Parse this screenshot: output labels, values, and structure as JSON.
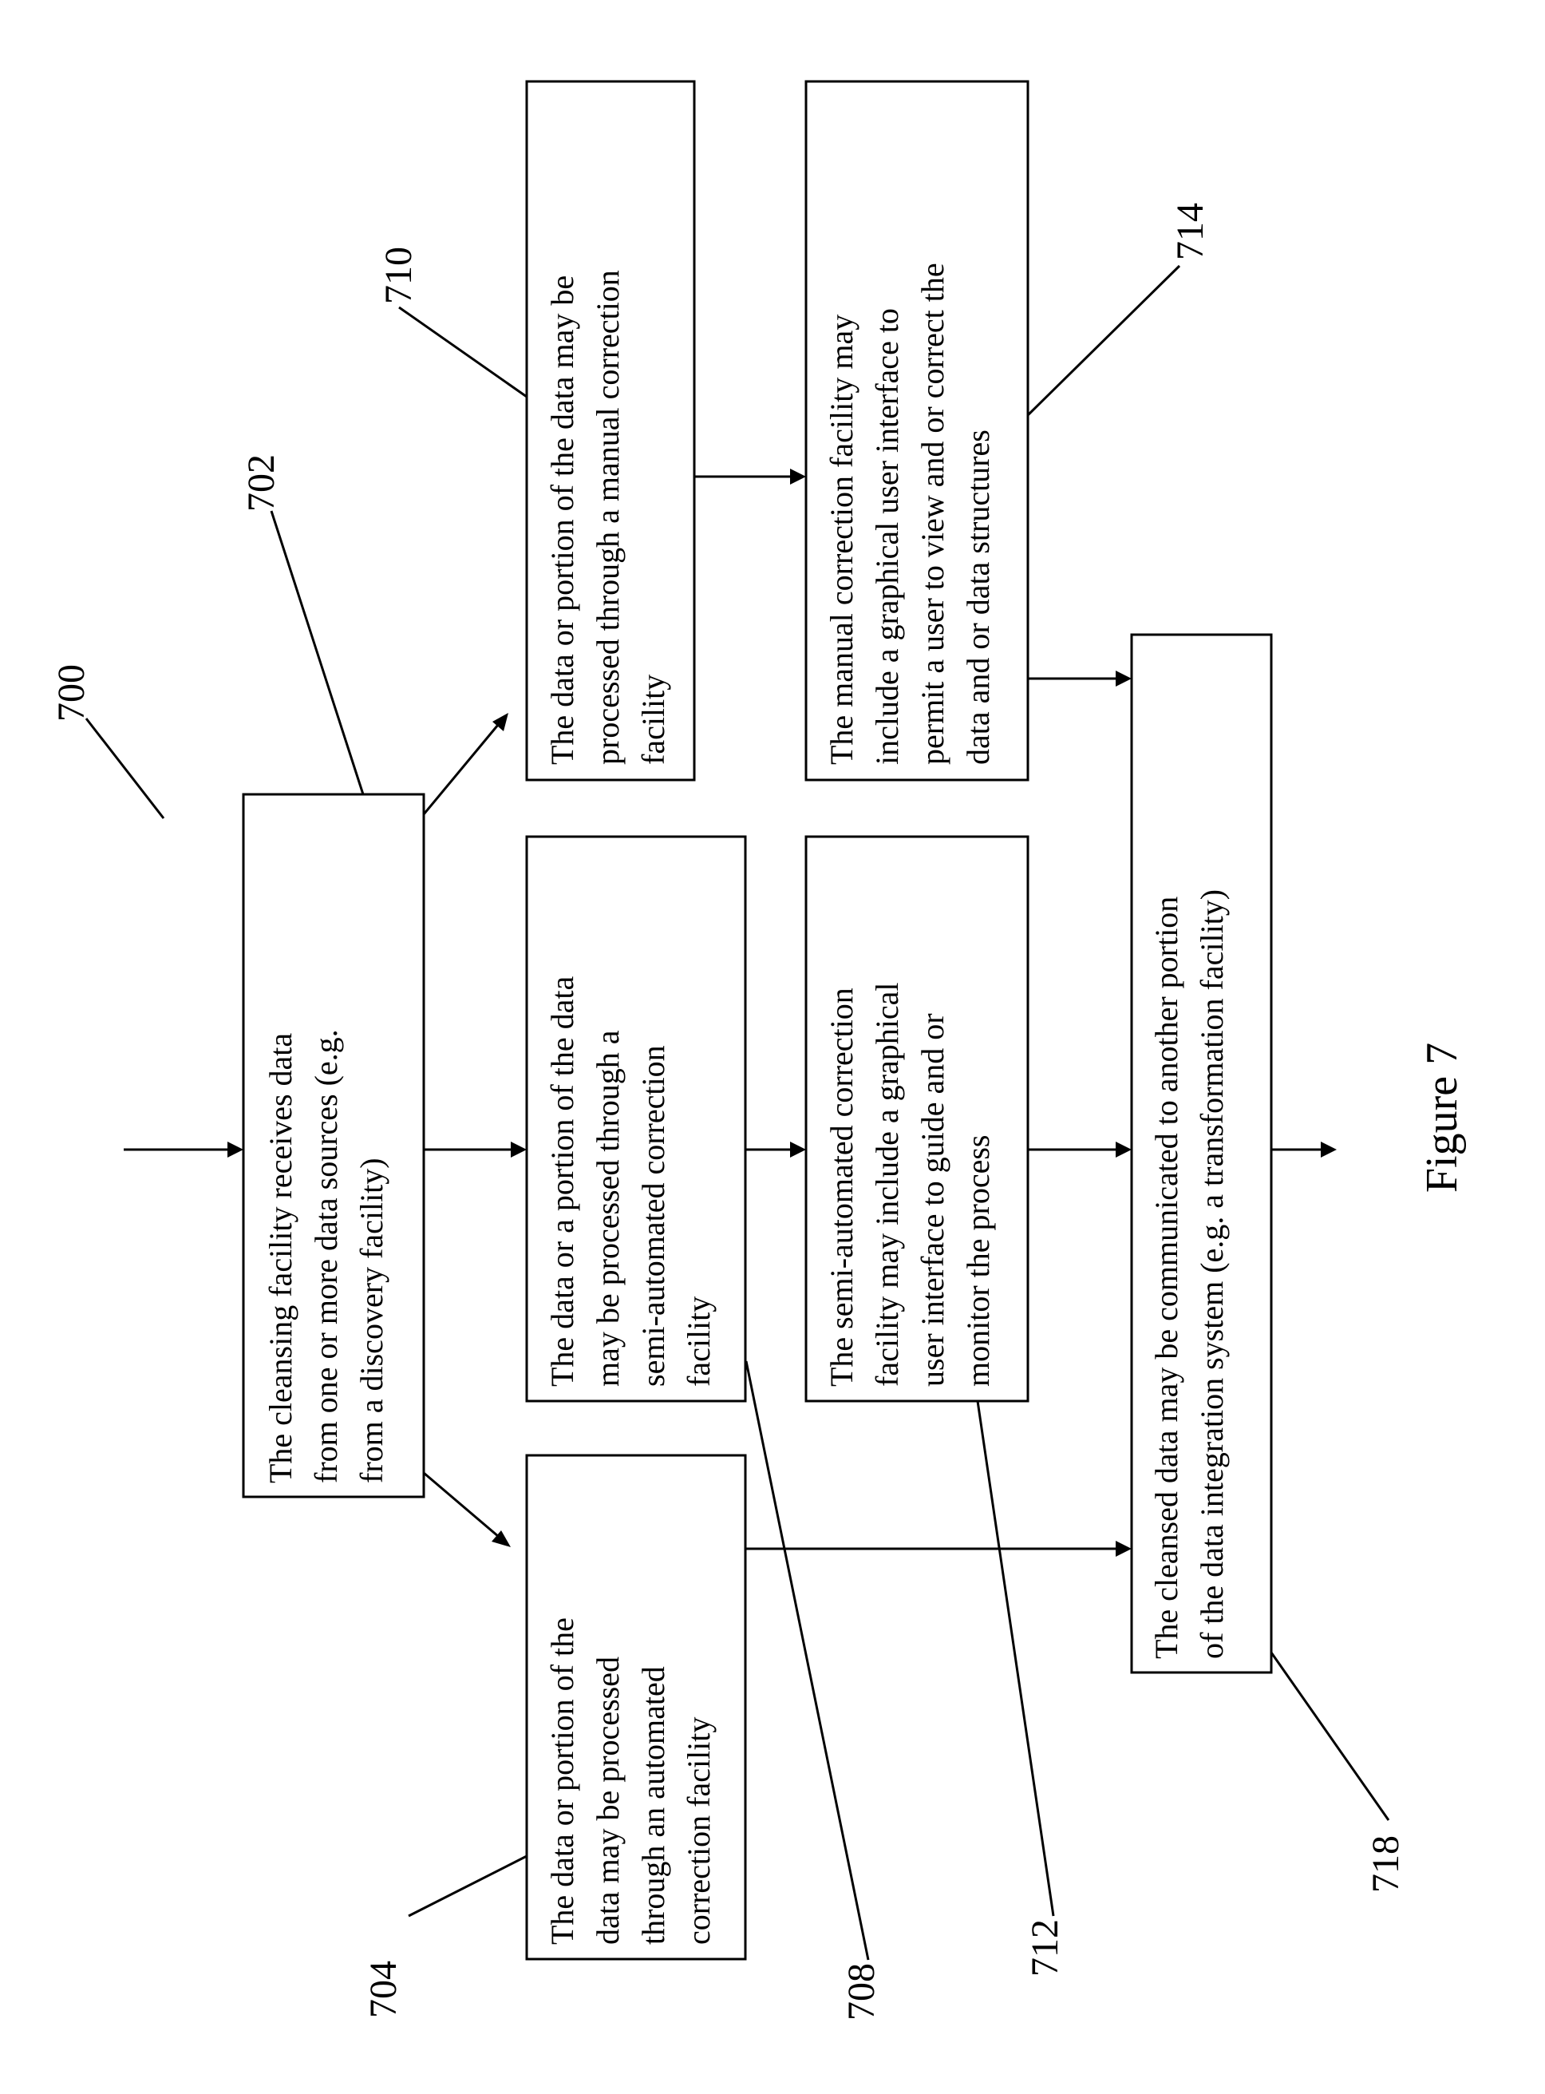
{
  "diagram": {
    "figure_label": "Figure 7",
    "figure_ref": "700",
    "boxes": {
      "b702": {
        "ref": "702",
        "lines": [
          "The cleansing facility receives data",
          "from one or more data sources (e.g.",
          "from a discovery facility)"
        ]
      },
      "b704": {
        "ref": "704",
        "lines": [
          "The data or portion of the",
          "data may be processed",
          "through an automated",
          "correction facility"
        ]
      },
      "b708": {
        "ref": "708",
        "lines": [
          "The data or a portion of the data",
          "may be processed through a",
          "semi-automated correction",
          "facility"
        ]
      },
      "b710": {
        "ref": "710",
        "lines": [
          "The data or portion of the data may be",
          "processed through a manual correction",
          "facility"
        ]
      },
      "b712": {
        "ref": "712",
        "lines": [
          "The semi-automated correction",
          "facility may include a graphical",
          "user interface to guide and or",
          "monitor the process"
        ]
      },
      "b714": {
        "ref": "714",
        "lines": [
          "The manual correction facility may",
          "include a graphical user interface to",
          "permit a user to view and or correct the",
          "data and or data structures"
        ]
      },
      "b718": {
        "ref": "718",
        "lines": [
          "The cleansed data may be communicated to another portion",
          "of the data integration system (e.g. a transformation facility)"
        ]
      }
    }
  }
}
